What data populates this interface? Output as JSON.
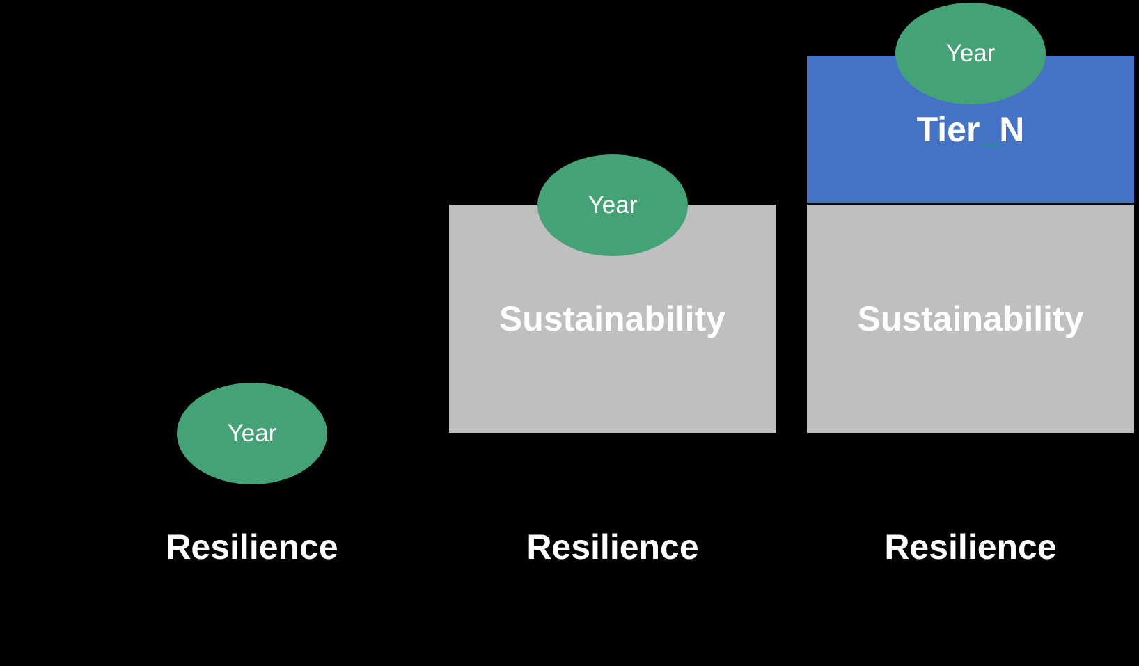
{
  "colors": {
    "background": "#000000",
    "year_badge_green": "#43A376",
    "sustainability_gray": "#BFBFBF",
    "tier_blue": "#4472C4",
    "underscore_teal": "#17967D",
    "text_white": "#FFFFFF"
  },
  "stages": [
    {
      "year_badge": "Year",
      "bottom_label": "Resilience"
    },
    {
      "year_badge": "Year",
      "box_label": "Sustainability",
      "bottom_label": "Resilience"
    },
    {
      "year_badge": "Year",
      "tier_label_prefix": "Tier",
      "tier_label_separator": "_",
      "tier_label_suffix": "N",
      "box_label": "Sustainability",
      "bottom_label": "Resilience"
    }
  ]
}
